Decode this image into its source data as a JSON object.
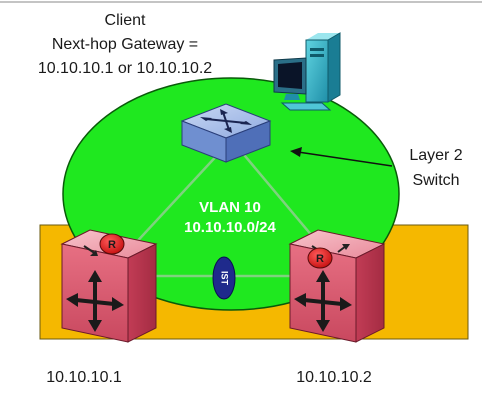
{
  "client": {
    "title": "Client",
    "gateway_line": "Next-hop Gateway =",
    "gateway_values": "10.10.10.1 or 10.10.10.2"
  },
  "switch_label": {
    "line1": "Layer 2",
    "line2": "Switch"
  },
  "vlan": {
    "name": "VLAN 10",
    "subnet": "10.10.10.0/24"
  },
  "routers": {
    "left_badge": "R",
    "right_badge": "R",
    "left_ip": "10.10.10.1",
    "right_ip": "10.10.10.2"
  },
  "ist_label": "IST",
  "colors": {
    "vlan_green": "#1fe81f",
    "ist_box": "#f5b800",
    "router_pink": "#e8788a",
    "ist_oval": "#1f2a8c",
    "badge_red": "#e01818",
    "switch_blue": "#7f9fd8"
  }
}
